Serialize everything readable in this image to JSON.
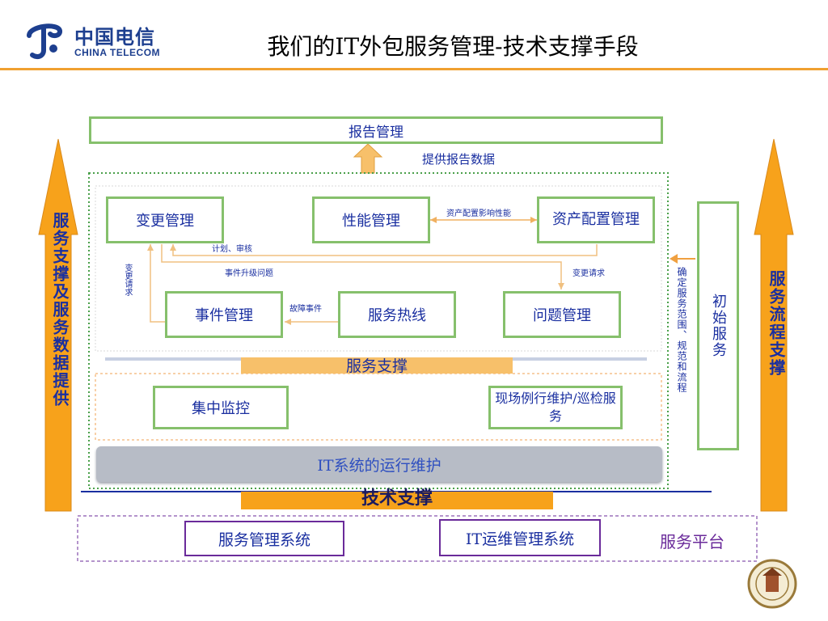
{
  "header": {
    "logo_cn": "中国电信",
    "logo_en": "CHINA TELECOM",
    "title": "我们的IT外包服务管理-技术支撑手段"
  },
  "diagram": {
    "report_mgmt": "报告管理",
    "provide_report_data": "提供报告数据",
    "change_mgmt": "变更管理",
    "perf_mgmt": "性能管理",
    "asset_config_mgmt": "资产配置管理",
    "asset_perf_note": "资产配置影响性能",
    "plan_review": "计划、审核",
    "event_upgrade": "事件升级问题",
    "change_request": "变更请求",
    "change_request_left": "变更请求",
    "fault_event": "故障事件",
    "incident_mgmt": "事件管理",
    "service_hotline": "服务热线",
    "problem_mgmt": "问题管理",
    "service_support": "服务支撑",
    "central_monitor": "集中监控",
    "onsite_maint": "现场例行维护/巡检服务",
    "it_ops": "IT系统的运行维护",
    "tech_support": "技术支撑",
    "svc_mgmt_system": "服务管理系统",
    "it_ops_system": "IT运维管理系统",
    "service_platform": "服务平台",
    "initial_service": "初始服务",
    "define_scope": "确定服务范围、规范和流程",
    "left_arrow_label": "服务支撑及服务数据提供",
    "right_arrow_label": "服务流程支撑"
  },
  "colors": {
    "accent_orange": "#f7a21b",
    "box_green": "#86c06c",
    "text_blue": "#1a2fa0",
    "platform_purple": "#6a2a9a"
  }
}
